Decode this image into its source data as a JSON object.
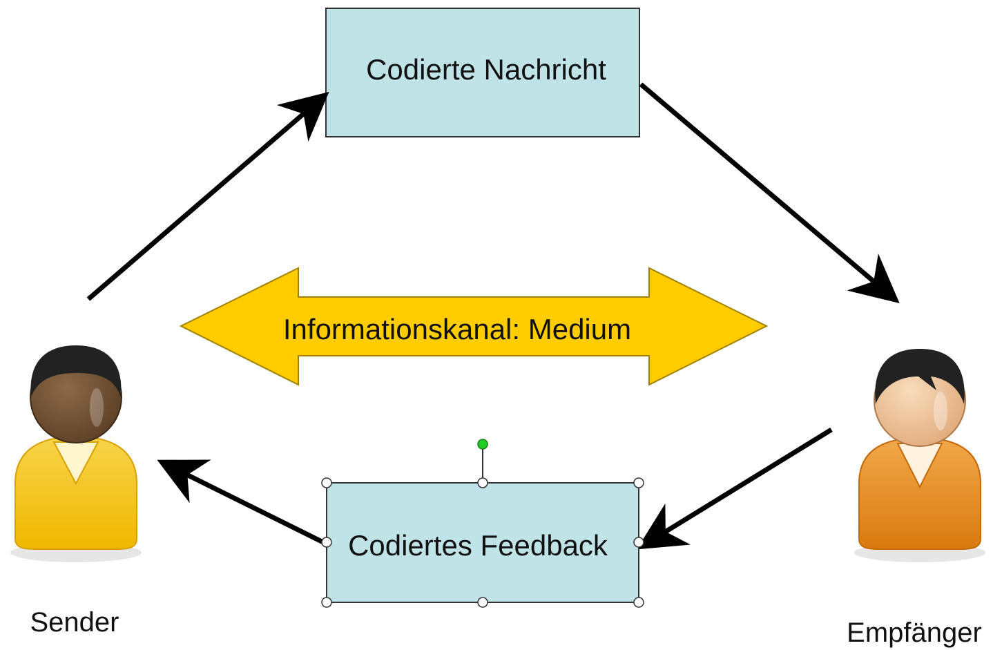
{
  "diagram": {
    "message_box": {
      "label": "Codierte Nachricht"
    },
    "feedback_box": {
      "label": "Codiertes Feedback"
    },
    "channel": {
      "label": "Informationskanal: Medium"
    },
    "sender": {
      "label": "Sender"
    },
    "receiver": {
      "label": "Empfänger"
    }
  },
  "colors": {
    "box_fill": "#bfe3e6",
    "box_stroke": "#333333",
    "channel_fill": "#ffcc00",
    "channel_stroke": "#a08000",
    "arrow": "#000000",
    "rotation_handle": "#22cc22",
    "sender_shirt": "#f5c518",
    "sender_skin": "#6b4a2e",
    "receiver_shirt": "#e8901a",
    "receiver_skin": "#f0c49a",
    "hair": "#222222"
  },
  "icons": {
    "sender": "person-icon",
    "receiver": "person-icon"
  }
}
